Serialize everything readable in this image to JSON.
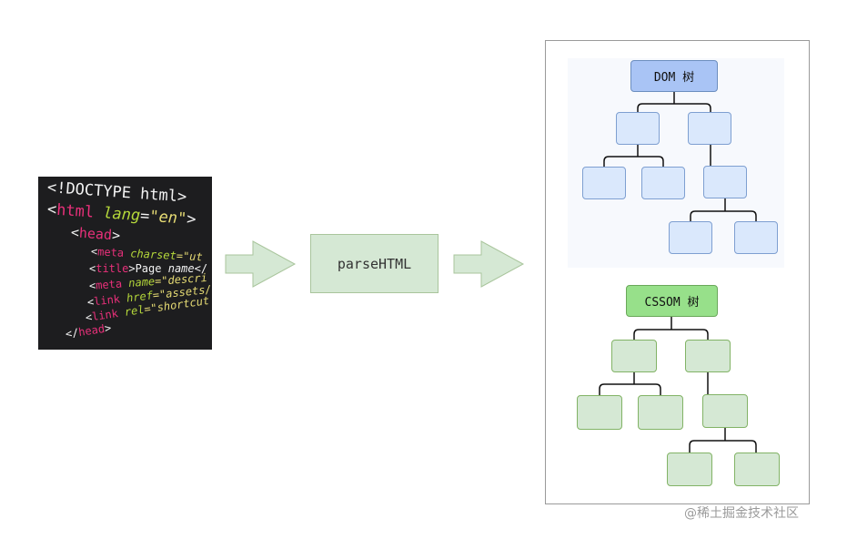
{
  "code_snippet": {
    "lines": [
      [
        {
          "t": "<!DOCTYPE html>",
          "c": "c-white"
        }
      ],
      [
        {
          "t": "<",
          "c": "c-white"
        },
        {
          "t": "html ",
          "c": "c-pink"
        },
        {
          "t": "lang",
          "c": "c-green"
        },
        {
          "t": "=",
          "c": "c-white"
        },
        {
          "t": "\"en\"",
          "c": "c-yellow"
        },
        {
          "t": ">",
          "c": "c-white"
        }
      ],
      [
        {
          "t": "<",
          "c": "c-white"
        },
        {
          "t": "head",
          "c": "c-pink"
        },
        {
          "t": ">",
          "c": "c-white"
        }
      ],
      [
        {
          "t": "<",
          "c": "c-white"
        },
        {
          "t": "meta ",
          "c": "c-pink"
        },
        {
          "t": "charset",
          "c": "c-green"
        },
        {
          "t": "=\"ut",
          "c": "c-yellow"
        }
      ],
      [
        {
          "t": "<",
          "c": "c-white"
        },
        {
          "t": "title",
          "c": "c-pink"
        },
        {
          "t": ">Page ",
          "c": "c-white"
        },
        {
          "t": "name",
          "c": "c-italic c-white"
        },
        {
          "t": "</",
          "c": "c-white"
        }
      ],
      [
        {
          "t": "<",
          "c": "c-white"
        },
        {
          "t": "meta ",
          "c": "c-pink"
        },
        {
          "t": "name",
          "c": "c-green"
        },
        {
          "t": "=\"descri",
          "c": "c-yellow"
        }
      ],
      [
        {
          "t": "<",
          "c": "c-white"
        },
        {
          "t": "link ",
          "c": "c-pink"
        },
        {
          "t": "href",
          "c": "c-green"
        },
        {
          "t": "=\"assets/",
          "c": "c-yellow"
        }
      ],
      [
        {
          "t": "<",
          "c": "c-white"
        },
        {
          "t": "link ",
          "c": "c-pink"
        },
        {
          "t": "rel",
          "c": "c-green"
        },
        {
          "t": "=\"shortcut",
          "c": "c-yellow"
        }
      ],
      [
        {
          "t": "</",
          "c": "c-white"
        },
        {
          "t": "head",
          "c": "c-pink"
        },
        {
          "t": ">",
          "c": "c-white"
        }
      ]
    ]
  },
  "process": {
    "label": "parseHTML"
  },
  "dom_tree": {
    "root_label": "DOM 树"
  },
  "cssom_tree": {
    "root_label": "CSSOM 树"
  },
  "colors": {
    "dom_node_fill": "#dae8fc",
    "dom_root_fill": "#a9c4f5",
    "cssom_node_fill": "#d5e8d4",
    "cssom_root_fill": "#97e08a",
    "arrow_fill": "#d5e8d4"
  },
  "watermark": "@稀土掘金技术社区"
}
